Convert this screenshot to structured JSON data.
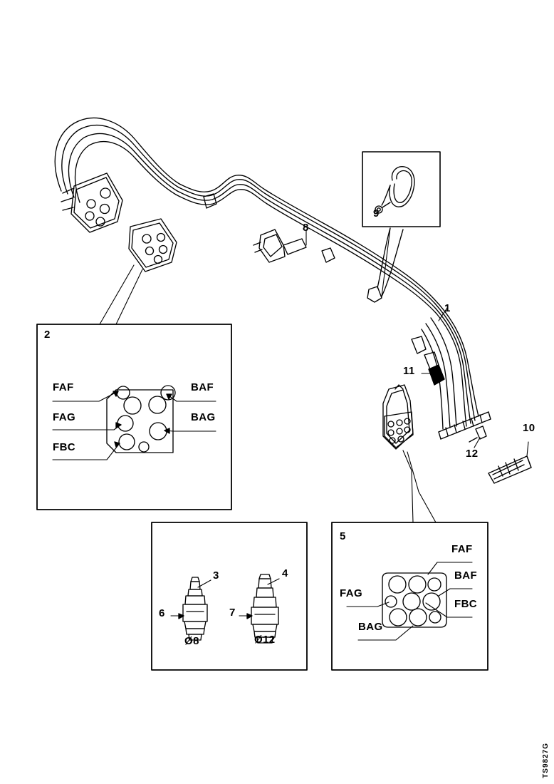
{
  "sheet": {
    "drawing_code": "TS9827G",
    "background": "#ffffff",
    "line_color": "#000000"
  },
  "callouts": {
    "harness_main": "1",
    "plug_small": "3",
    "plug_large": "4",
    "plug_small_ref": "6",
    "plug_large_ref": "7",
    "clip_main": "8",
    "clamp_inset": "9",
    "screw": "10",
    "grommet": "11",
    "pin_terminal": "12"
  },
  "panels": [
    {
      "id": "clamp-inset",
      "number": "9"
    },
    {
      "id": "connector-left",
      "number": "2"
    },
    {
      "id": "plugs",
      "number": ""
    },
    {
      "id": "connector-grid",
      "number": "5"
    }
  ],
  "panel_connector_left": {
    "number": "2",
    "left_labels": [
      "FAF",
      "FAG",
      "FBC"
    ],
    "right_labels": [
      "BAF",
      "BAG"
    ]
  },
  "panel_connector_grid": {
    "number": "5",
    "labels": [
      "FAF",
      "BAF",
      "FAG",
      "FBC",
      "BAG"
    ]
  },
  "panel_plugs": {
    "items": [
      {
        "callout": "3",
        "ref": "6",
        "size": "Ø8"
      },
      {
        "callout": "4",
        "ref": "7",
        "size": "Ø12"
      }
    ]
  }
}
